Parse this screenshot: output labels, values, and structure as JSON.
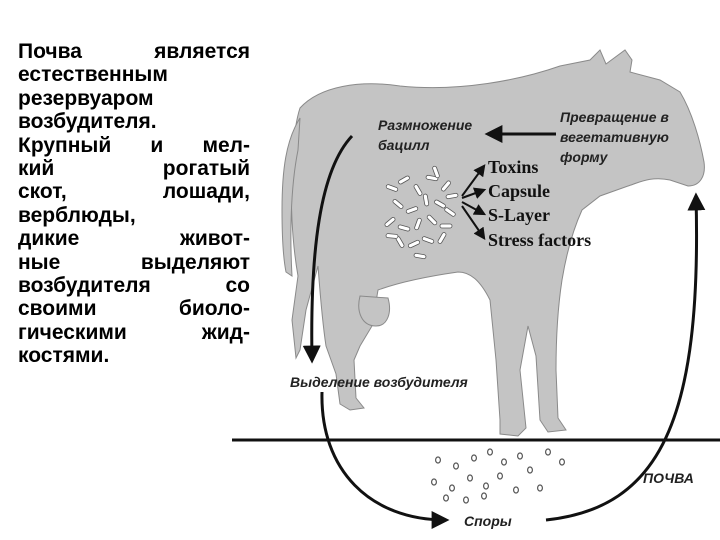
{
  "paragraph": {
    "lines": [
      {
        "text": "Почва является",
        "justify": true
      },
      {
        "text": "естественным",
        "justify": false
      },
      {
        "text": "резервуаром",
        "justify": false
      },
      {
        "text": "возбудителя.",
        "justify": false
      },
      {
        "text": "Крупный и мел-",
        "justify": true
      },
      {
        "text": "кий рогатый",
        "justify": true
      },
      {
        "text": "скот, лошади,",
        "justify": true
      },
      {
        "text": "верблюды,",
        "justify": false
      },
      {
        "text": "дикие живот-",
        "justify": true
      },
      {
        "text": "ные выделяют",
        "justify": true
      },
      {
        "text": "возбудителя со",
        "justify": true
      },
      {
        "text": "своими биоло-",
        "justify": true
      },
      {
        "text": "гическими жид-",
        "justify": true
      },
      {
        "text": "костями.",
        "justify": false
      }
    ]
  },
  "diagram": {
    "reproduction_line1": "Размножение",
    "reproduction_line2": "бацилл",
    "transform_line1": "Превращение в",
    "transform_line2": "вегетативную",
    "transform_line3": "форму",
    "factors": [
      "Toxins",
      "Capsule",
      "S-Layer",
      "Stress factors"
    ],
    "excretion": "Выделение возбудителя",
    "soil": "ПОЧВА",
    "spores": "Споры"
  },
  "colors": {
    "cow_fill": "#c4c4c4",
    "arrow": "#111111",
    "text": "#000000"
  }
}
